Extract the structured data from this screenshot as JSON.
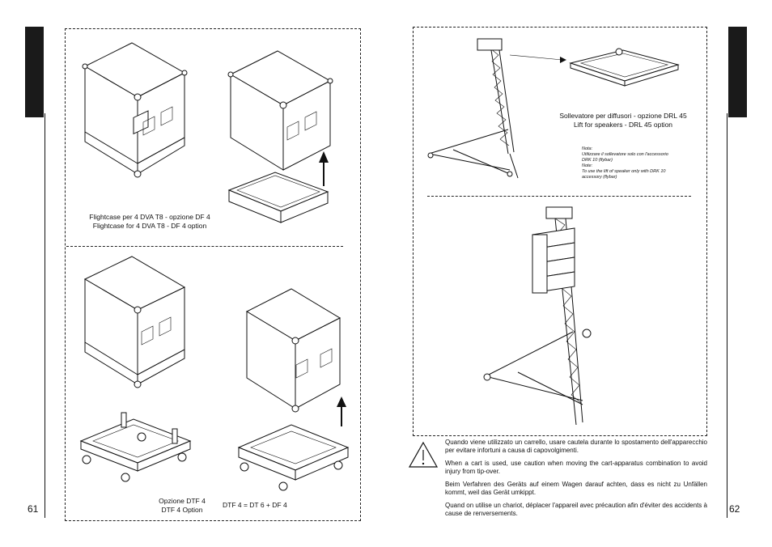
{
  "pages": {
    "left_number": "61",
    "right_number": "62"
  },
  "left": {
    "caption_df4": [
      "Flightcase per 4 DVA T8 - opzione DF 4",
      "Flightcase for 4 DVA T8 - DF 4 option"
    ],
    "caption_dtf4": [
      "Opzione DTF 4",
      "DTF 4 Option"
    ],
    "caption_formula": "DTF 4 = DT 6 + DF 4"
  },
  "right": {
    "caption_drl45": [
      "Sollevatore per diffusori - opzione DRL 45",
      "Lift for speakers - DRL 45 option"
    ],
    "note": [
      "Nota:",
      "Utilizzare il sollevatore solo con l'accessorio",
      "DRK 10 (flybar)",
      "Note:",
      "To use the lift of speaker only with DRK 10",
      "accessory (flybar)"
    ],
    "warnings": [
      "Quando viene utilizzato un carrello, usare cautela durante lo spostamento dell'apparecchio per evitare infortuni a causa di capovolgimenti.",
      "When a cart is used, use caution when moving the cart-apparatus combination to avoid injury from tip-over.",
      "Beim Verfahren des Geräts auf einem Wagen darauf achten, dass es nicht zu Unfällen kommt, weil das Gerät umkippt.",
      "Quand on utilise un chariot, déplacer l'appareil avec précaution afin d'éviter des accidents à cause de renversements."
    ]
  }
}
